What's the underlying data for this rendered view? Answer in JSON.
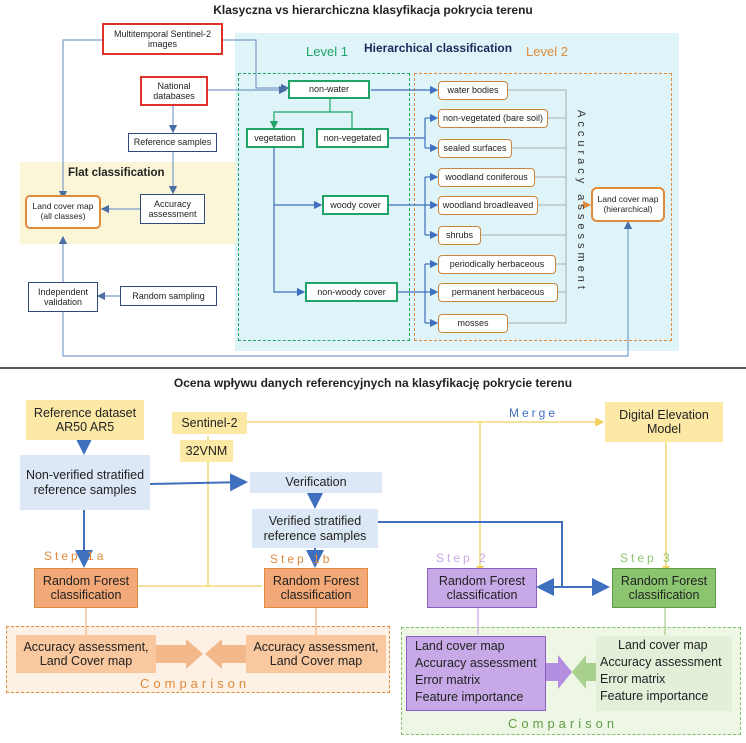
{
  "top": {
    "title": "Klasyczna vs hierarchiczna klasyfikacja pokrycia terenu",
    "hier_title": "Hierarchical classification",
    "level1": "Level 1",
    "level2": "Level 2",
    "flat_title": "Flat classification",
    "accuracy_vertical": "Accuracy assessment",
    "nodes": {
      "sentinel": "Multitemporal Sentinel-2 images",
      "national": "National databases",
      "reference_samples": "Reference samples",
      "accuracy": "Accuracy assessment",
      "land_cover_flat": "Land cover map (all classes)",
      "independent": "Independent validation",
      "random_sampling": "Random sampling",
      "non_water": "non-water",
      "vegetation": "vegetation",
      "non_vegetated": "non-vegetated",
      "woody": "woody cover",
      "non_woody": "non-woody cover",
      "water_bodies": "water bodies",
      "bare_soil": "non-vegetated (bare soil)",
      "sealed": "sealed surfaces",
      "conif": "woodland coniferous",
      "broad": "woodland broadleaved",
      "shrubs": "shrubs",
      "period_herb": "periodically herbaceous",
      "perm_herb": "permanent herbaceous",
      "mosses": "mosses",
      "land_cover_hier": "Land cover map (hierarchical)"
    }
  },
  "bottom": {
    "title": "Ocena wpływu danych referencyjnych na klasyfikację pokrycie terenu",
    "merge": "Merge",
    "nodes": {
      "refdata": "Reference dataset AR50 AR5",
      "sentinel2": "Sentinel-2",
      "vnm": "32VNM",
      "dem": "Digital Elevation Model",
      "nonverified": "Non-verified stratified reference samples",
      "verification": "Verification",
      "verified": "Verified stratified reference samples",
      "rf1": "Random Forest classification",
      "rf2": "Random Forest classification",
      "rf3": "Random Forest classification",
      "rf4": "Random Forest classification",
      "acc1": "Accuracy assessment, Land Cover map",
      "acc2": "Accuracy assessment, Land Cover map",
      "res3": [
        "Land cover map",
        "Accuracy assessment",
        "Error matrix",
        "Feature importance"
      ],
      "res4": [
        "Land cover map",
        "Accuracy assessment",
        "Error matrix",
        "Feature importance"
      ]
    },
    "step1a": "Step 1a",
    "step1b": "Step 1b",
    "step2": "Step 2",
    "step3": "Step 3",
    "comparison": "Comparison"
  },
  "colors": {
    "navy": "#2e4c7a",
    "red": "#e0302a",
    "green": "#1fa468",
    "orange": "#c8853e",
    "cyan_bg": "#dff4f8",
    "yellow_bg": "#fbf6d8",
    "light_blue": "#dce8f5",
    "light_yellow": "#fde9a6",
    "salmon": "#f2b88a",
    "purple": "#c8a9e8",
    "green_fill": "#a8d08d"
  }
}
